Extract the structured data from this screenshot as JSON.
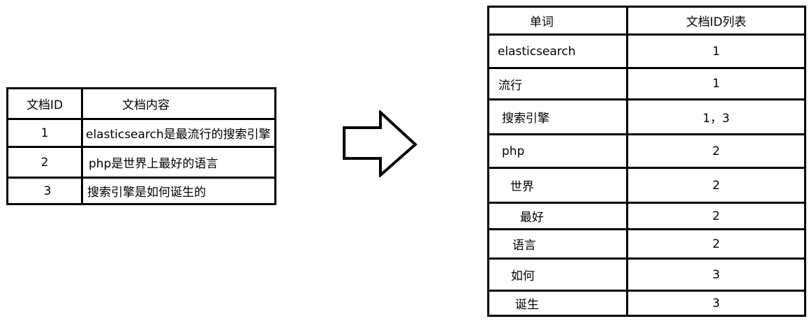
{
  "doc_table": {
    "headers": [
      "文档ID",
      "文档内容"
    ],
    "rows": [
      {
        "id": "1",
        "content": "elasticsearch是最流行的搜索引擎"
      },
      {
        "id": "2",
        "content": "php是世界上最好的语言"
      },
      {
        "id": "3",
        "content": "搜索引擎是如何诞生的"
      }
    ]
  },
  "index_table": {
    "headers": [
      "单词",
      "文档ID列表"
    ],
    "rows": [
      {
        "term": "elasticsearch",
        "ids": "1"
      },
      {
        "term": "流行",
        "ids": "1"
      },
      {
        "term": "搜索引擎",
        "ids": "1，3"
      },
      {
        "term": "php",
        "ids": "2"
      },
      {
        "term": "世界",
        "ids": "2"
      },
      {
        "term": "最好",
        "ids": "2"
      },
      {
        "term": "语言",
        "ids": "2"
      },
      {
        "term": "如何",
        "ids": "3"
      },
      {
        "term": "诞生",
        "ids": "3"
      }
    ]
  }
}
